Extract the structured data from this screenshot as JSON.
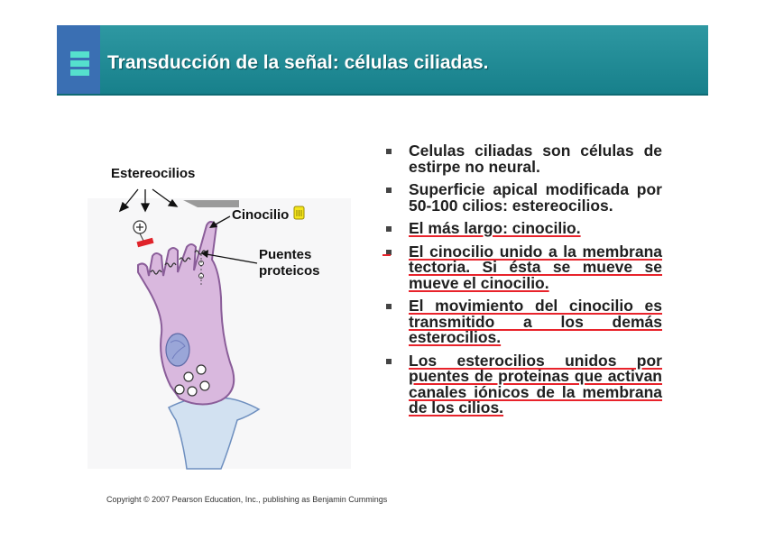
{
  "header": {
    "title": "Transducción de la señal: células ciliadas."
  },
  "diagram": {
    "labels": {
      "estereocilios": "Estereocilios",
      "cinocilio": "Cinocilio",
      "puentes_line1": "Puentes",
      "puentes_line2": "proteicos"
    },
    "colors": {
      "cell_fill": "#d9b8de",
      "cell_stroke": "#8a5d99",
      "base_fill": "#d2e1f1",
      "nucleus": "#9aa6d8",
      "sticky_note": "#f4e51c"
    }
  },
  "bullets": [
    {
      "text": "Celulas ciliadas son células de estirpe no neural.",
      "highlight": false
    },
    {
      "text": "Superficie apical modificada por 50-100 cilios: estereocilios.",
      "highlight": false
    },
    {
      "text": "El más largo: cinocilio.",
      "highlight": true
    },
    {
      "text": "El cinocilio unido a la membrana tectoria. Si ésta se mueve se mueve el cinocilio.",
      "highlight": true
    },
    {
      "text": "El movimiento del cinocilio es transmitido a los demás esterocilios.",
      "highlight": true
    },
    {
      "text": "Los esterocilios unidos por puentes de proteinas que activan canales iónicos de la membrana de los cilios.",
      "highlight": true
    }
  ],
  "copyright": "Copyright © 2007 Pearson Education, Inc., publishing as Benjamin Cummings"
}
